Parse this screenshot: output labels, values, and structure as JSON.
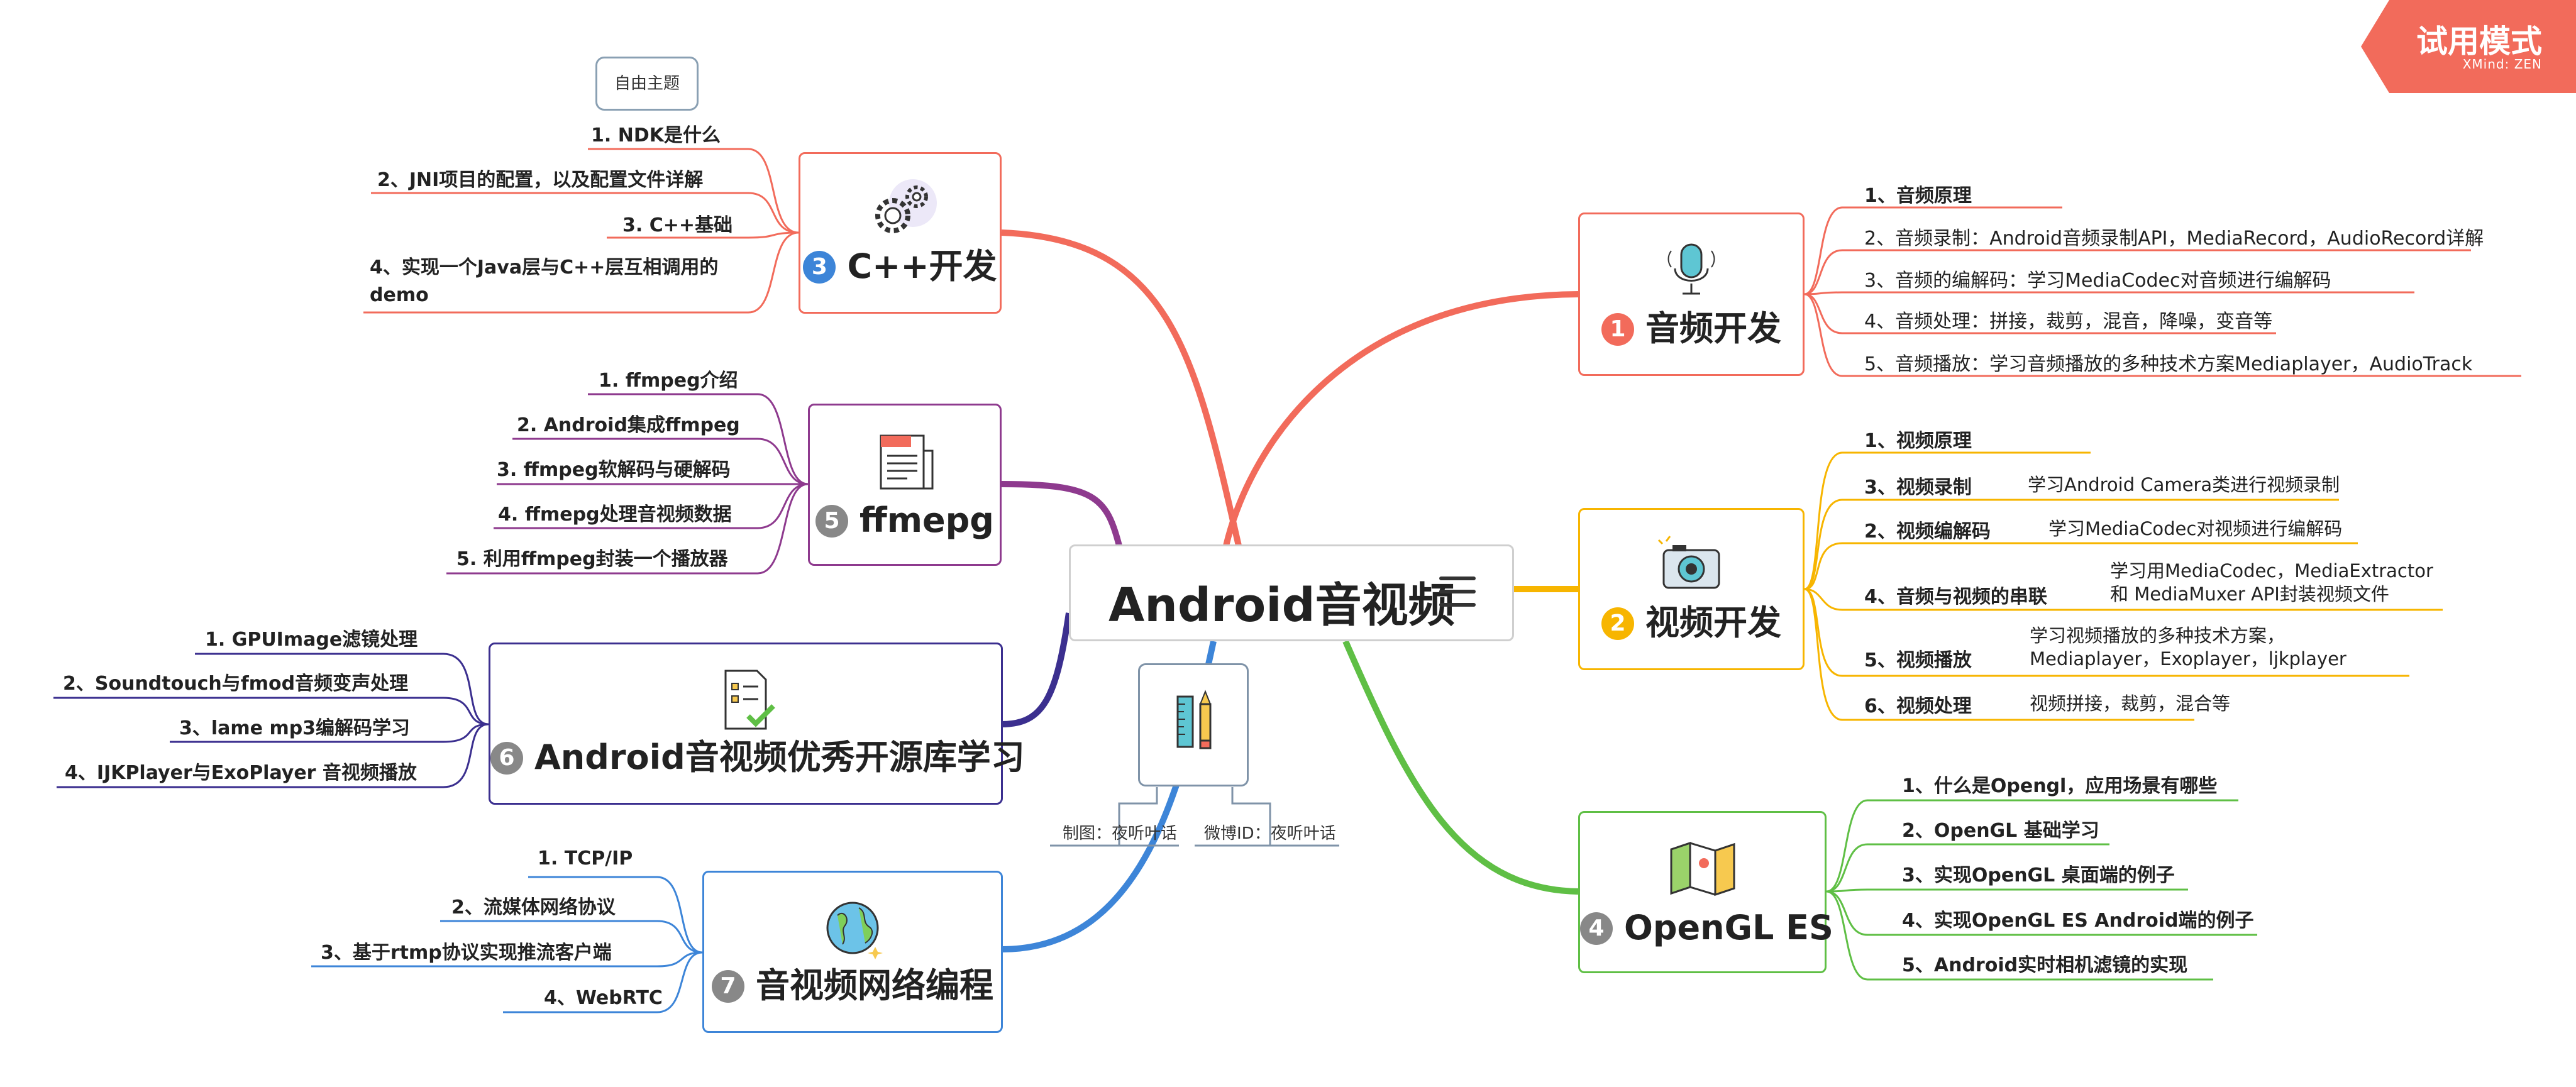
{
  "trial": {
    "title": "试用模式",
    "subtitle": "XMind: ZEN"
  },
  "root": {
    "title": "Android音视频"
  },
  "free_topic": "自由主题",
  "notes": {
    "made_by": "制图：夜听叶话",
    "weibo": "微博ID：夜听叶话"
  },
  "colors": {
    "audio": "#f26b5b",
    "video": "#f7b500",
    "opengl": "#5fbf45",
    "cpp": "#f26b5b",
    "ffmpeg": "#8e3a8e",
    "opensource": "#3b2f8f",
    "network": "#3d85d8"
  },
  "topics": {
    "audio": {
      "num": "1",
      "title": "音频开发",
      "icon": "microphone-icon",
      "items": [
        "1、音频原理",
        "2、音频录制：Android音频录制API，MediaRecord，AudioRecord详解",
        "3、音频的编解码：学习MediaCodec对音频进行编解码",
        "4、音频处理：拼接，裁剪，混音，降噪，变音等",
        "5、音频播放：学习音频播放的多种技术方案Mediaplayer，AudioTrack"
      ]
    },
    "video": {
      "num": "2",
      "title": "视频开发",
      "icon": "camera-icon",
      "items": [
        {
          "label": "1、视频原理",
          "desc": ""
        },
        {
          "label": "3、视频录制",
          "desc": "学习Android Camera类进行视频录制"
        },
        {
          "label": "2、视频编解码",
          "desc": "学习MediaCodec对视频进行编解码"
        },
        {
          "label": "4、音频与视频的串联",
          "desc": "学习用MediaCodec，MediaExtractor 和 MediaMuxer API封装视频文件"
        },
        {
          "label": "5、视频播放",
          "desc": "学习视频播放的多种技术方案，Mediaplayer，Exoplayer，ljkplayer"
        },
        {
          "label": "6、视频处理",
          "desc": "视频拼接，裁剪，混合等"
        }
      ]
    },
    "opengl": {
      "num": "4",
      "title": "OpenGL ES",
      "icon": "map-icon",
      "items": [
        "1、什么是Opengl，应用场景有哪些",
        "2、OpenGL 基础学习",
        "3、实现OpenGL 桌面端的例子",
        "4、实现OpenGL ES Android端的例子",
        "5、Android实时相机滤镜的实现"
      ]
    },
    "cpp": {
      "num": "3",
      "title": "C++开发",
      "icon": "gears-icon",
      "items": [
        "1. NDK是什么",
        "2、JNI项目的配置，以及配置文件详解",
        "3. C++基础",
        "4、实现一个Java层与C++层互相调用的 demo"
      ]
    },
    "ffmpeg": {
      "num": "5",
      "title": "ffmepg",
      "icon": "newspaper-icon",
      "items": [
        "1. ffmpeg介绍",
        "2. Android集成ffmpeg",
        "3. ffmpeg软解码与硬解码",
        "4. ffmepg处理音视频数据",
        "5. 利用ffmpeg封装一个播放器"
      ]
    },
    "opensource": {
      "num": "6",
      "title": "Android音视频优秀开源库学习",
      "icon": "checklist-icon",
      "items": [
        "1. GPUImage滤镜处理",
        "2、Soundtouch与fmod音频变声处理",
        "3、lame mp3编解码学习",
        "4、IJKPlayer与ExoPlayer 音视频播放"
      ]
    },
    "network": {
      "num": "7",
      "title": "音视频网络编程",
      "icon": "globe-icon",
      "items": [
        "1. TCP/IP",
        "2、流媒体网络协议",
        "3、基于rtmp协议实现推流客户端",
        "4、WebRTC"
      ]
    }
  }
}
